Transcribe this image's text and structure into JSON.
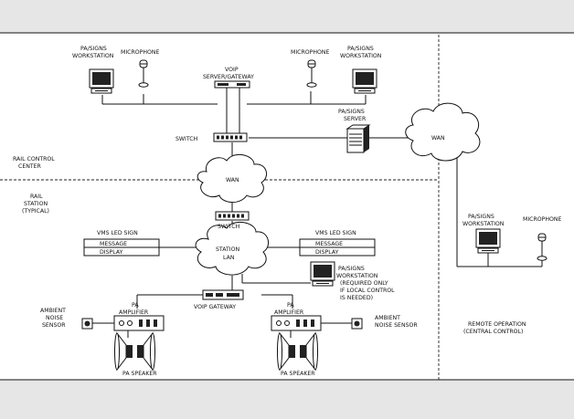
{
  "regions": {
    "rail_control_center": [
      "RAIL CONTROL",
      "CENTER"
    ],
    "rail_station": [
      "RAIL",
      "STATION",
      "(TYPICAL)"
    ],
    "remote_operation": [
      "REMOTE OPERATION",
      "(CENTRAL CONTROL)"
    ]
  },
  "control_center": {
    "workstation_left": [
      "PA/SIGNS",
      "WORKSTATION"
    ],
    "microphone_left": "MICROPHONE",
    "microphone_right": "MICROPHONE",
    "workstation_right": [
      "PA/SIGNS",
      "WORKSTATION"
    ],
    "voip_server": [
      "VOIP",
      "SERVER/GATEWAY"
    ],
    "switch": "SWITCH",
    "pa_server": [
      "PA/SIGNS",
      "SERVER"
    ],
    "wan_right": "WAN"
  },
  "network": {
    "wan_center": "WAN"
  },
  "station": {
    "switch": "SWITCH",
    "lan": [
      "STATION",
      "LAN"
    ],
    "vms_sign_left": {
      "title": "VMS LED SIGN",
      "row1": "MESSAGE",
      "row2": "DISPLAY"
    },
    "vms_sign_right": {
      "title": "VMS LED SIGN",
      "row1": "MESSAGE",
      "row2": "DISPLAY"
    },
    "workstation": [
      "PA/SIGNS",
      "WORKSTATION"
    ],
    "workstation_note": [
      "(REQUIRED ONLY",
      "IF LOCAL CONTROL",
      "IS NEEDED)"
    ],
    "voip_gateway": "VOIP GATEWAY",
    "amp_left": [
      "PA",
      "AMPLIFIER"
    ],
    "amp_right": [
      "PA",
      "AMPLIFIER"
    ],
    "sensor_left": [
      "AMBIENT",
      "NOISE",
      "SENSOR"
    ],
    "sensor_right": [
      "AMBIENT",
      "NOISE SENSOR"
    ],
    "speaker_left": "PA SPEAKER",
    "speaker_right": "PA SPEAKER"
  },
  "remote": {
    "workstation": [
      "PA/SIGNS",
      "WORKSTATION"
    ],
    "microphone": "MICROPHONE"
  }
}
